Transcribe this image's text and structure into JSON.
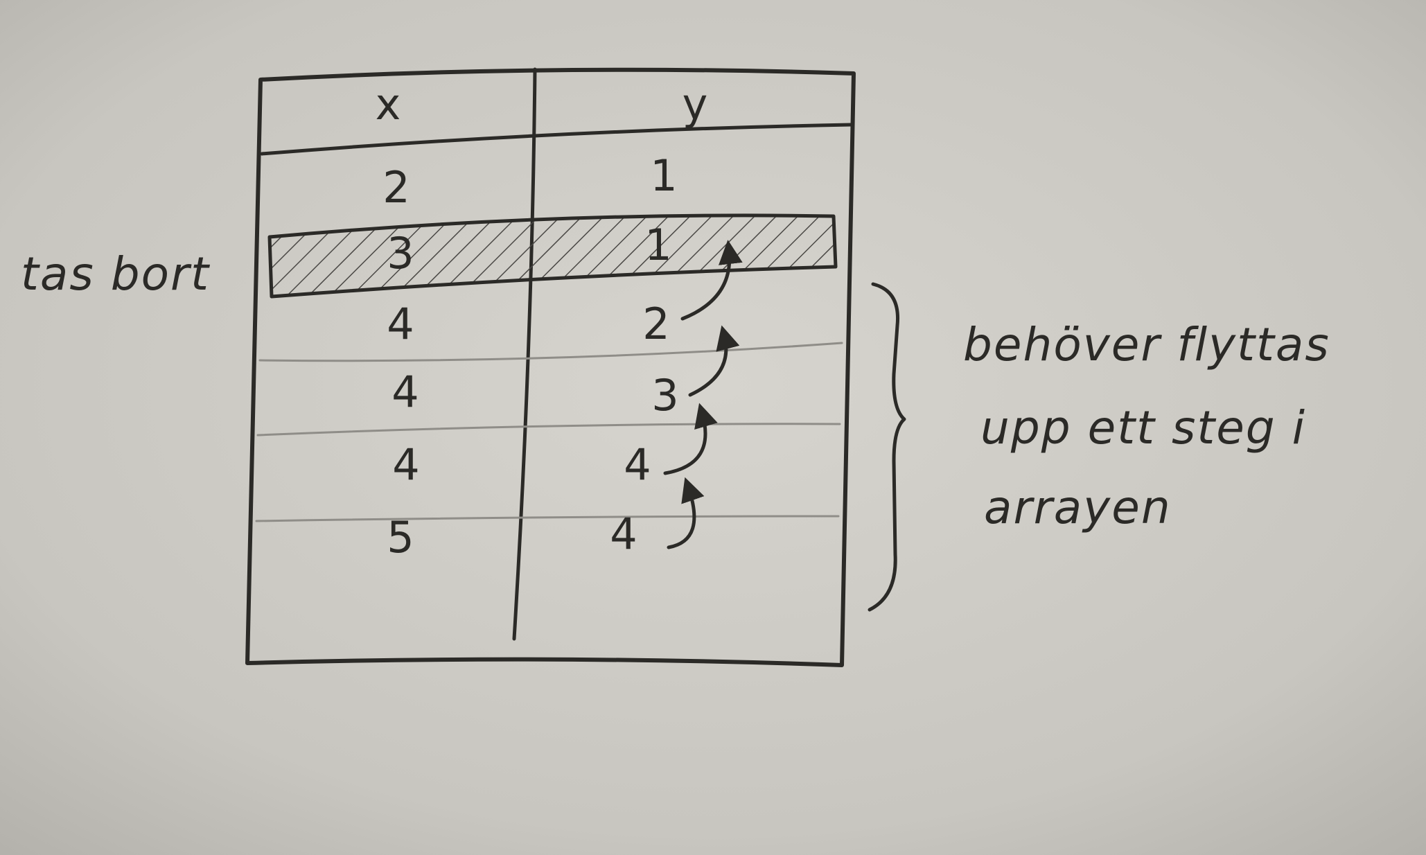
{
  "table": {
    "headers": [
      "x",
      "y"
    ],
    "rows": [
      [
        "2",
        "1"
      ],
      [
        "3",
        "1"
      ],
      [
        "4",
        "2"
      ],
      [
        "4",
        "3"
      ],
      [
        "4",
        "4"
      ],
      [
        "5",
        "4"
      ]
    ],
    "removed_row": 1
  },
  "annotations": {
    "removed_label": "tas bort",
    "shift_note": [
      "behöver flyttas",
      "upp ett steg i",
      "arrayen"
    ]
  },
  "colors": {
    "paper": "#c9c7c1",
    "ink": "#2b2a27",
    "pencil_light": "#8f8d88"
  }
}
